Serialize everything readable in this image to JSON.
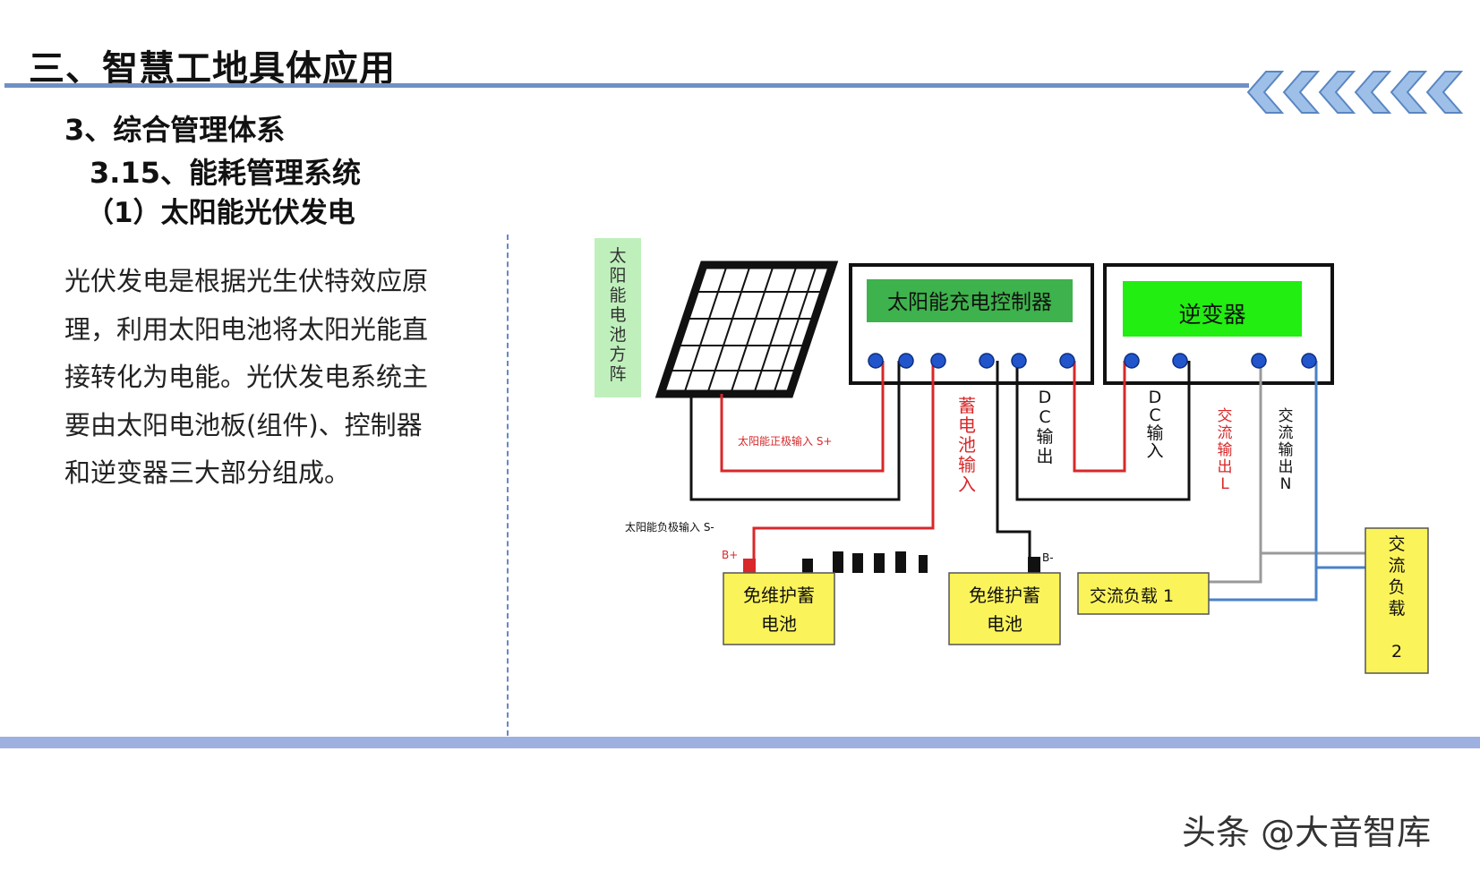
{
  "slide": {
    "title": "三、智慧工地具体应用",
    "heading1": "3、综合管理体系",
    "heading2": "3.15、能耗管理系统",
    "heading3": "（1）太阳能光伏发电",
    "body": "光伏发电是根据光生伏特效应原理，利用太阳电池将太阳光能直接转化为电能。光伏发电系统主要由太阳电池板(组件)、控制器和逆变器三大部分组成。",
    "credit": "头条 @大音智库"
  },
  "diagram": {
    "array_label": "太阳能电池方阵",
    "controller_label": "太阳能充电控制器",
    "inverter_label": "逆变器",
    "solar_pos_input": "太阳能正极输入 S+",
    "solar_neg_input": "太阳能负极输入 S-",
    "battery_input": "蓄电池输入",
    "dc_output": "DC输出",
    "dc_input": "DC输入",
    "ac_output_l": "交流输出L",
    "ac_output_n": "交流输出N",
    "b_plus": "B+",
    "b_minus": "B-",
    "battery_1": [
      "免维护蓄",
      "电池"
    ],
    "battery_2": [
      "免维护蓄",
      "电池"
    ],
    "ac_load_1": "交流负载 1",
    "ac_load_2": "交流负载 2",
    "colors": {
      "red_wire": "#d8282a",
      "black_wire": "#111111",
      "gray_wire": "#9a9a9a",
      "blue_wire": "#4a82c8",
      "terminal": "#2255cc",
      "controller_screen": "#3eb24c",
      "inverter_screen": "#22ee11",
      "load_box": "#fbf35a",
      "array_label_bg": "#bff0bc"
    }
  }
}
